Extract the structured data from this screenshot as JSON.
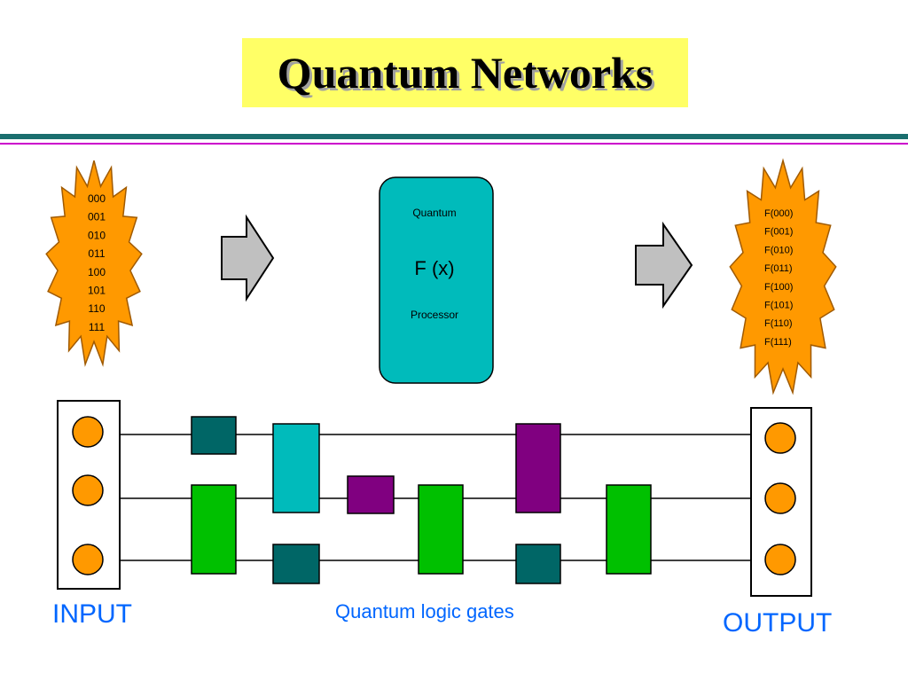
{
  "title": "Quantum Networks",
  "processor": {
    "line1": "Quantum",
    "line2": "F (x)",
    "line3": "Processor"
  },
  "input_states": [
    "000",
    "001",
    "010",
    "011",
    "100",
    "101",
    "110",
    "111"
  ],
  "output_states": [
    "F(000)",
    "F(001)",
    "F(010)",
    "F(011)",
    "F(100)",
    "F(101)",
    "F(110)",
    "F(111)"
  ],
  "labels": {
    "input": "INPUT",
    "gates": "Quantum logic gates",
    "output": "OUTPUT"
  },
  "colors": {
    "title_bg": "#ffff66",
    "burst": "#ff9900",
    "processor": "#00bbbb",
    "arrow": "#c0c0c0",
    "qubit": "#ff9900",
    "gate_teal_dark": "#006666",
    "gate_cyan": "#00bbbb",
    "gate_purple": "#800080",
    "gate_green": "#00c000",
    "label_blue": "#0066ff"
  }
}
